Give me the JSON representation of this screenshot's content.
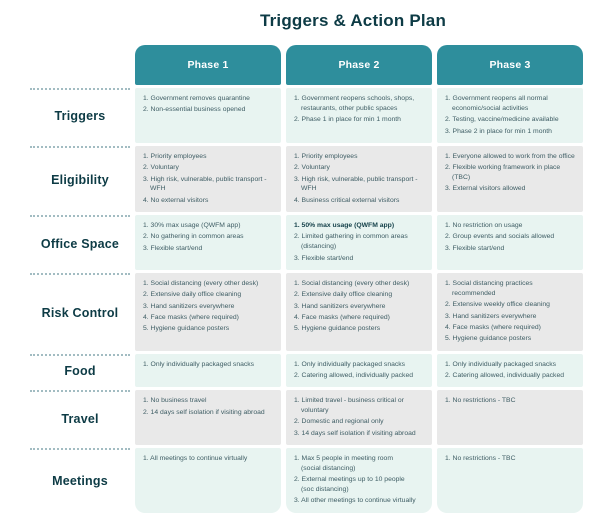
{
  "title": "Triggers & Action Plan",
  "columns": [
    "Phase 1",
    "Phase 2",
    "Phase 3"
  ],
  "colors": {
    "header_bg": "#2e8e9c",
    "header_text": "#ffffff",
    "title_text": "#0d3b45",
    "row_label_text": "#0d3b45",
    "cell_text": "#3e5d64",
    "mint_row_bg": "#e8f4f1",
    "gray_row_bg": "#e9e9e9",
    "dotted_divider": "#a2bcc2"
  },
  "rows": [
    {
      "label": "Triggers",
      "tint": "mint",
      "cells": [
        [
          "1. Government removes quarantine",
          "2. Non-essential business opened"
        ],
        [
          "1. Government reopens schools, shops,\nrestaurants, other public spaces",
          "2. Phase 1 in place for min 1 month"
        ],
        [
          "1. Government reopens all normal\neconomic/social activities",
          "2. Testing, vaccine/medicine available",
          "3. Phase 2 in place for min 1 month"
        ]
      ]
    },
    {
      "label": "Eligibility",
      "tint": "gray",
      "cells": [
        [
          "1. Priority employees",
          "2. Voluntary",
          "3. High risk, vulnerable, public transport - WFH",
          "4. No external visitors"
        ],
        [
          "1. Priority employees",
          "2. Voluntary",
          "3. High risk, vulnerable, public transport - WFH",
          "4. Business critical external visitors"
        ],
        [
          "1. Everyone allowed to work from the office",
          "2. Flexible working framework in place (TBC)",
          "3. External visitors allowed"
        ]
      ]
    },
    {
      "label": "Office Space",
      "tint": "mint",
      "cells": [
        [
          "1. 30% max usage (QWFM app)",
          "2. No gathering in common areas",
          "3. Flexible start/end"
        ],
        [
          {
            "text": "1. 50% max usage (QWFM app)",
            "bold": true
          },
          "2. Limited gathering in common areas (distancing)",
          "3. Flexible start/end"
        ],
        [
          "1. No restriction on usage",
          "2. Group events and socials allowed",
          "3. Flexible start/end"
        ]
      ]
    },
    {
      "label": "Risk Control",
      "tint": "gray",
      "cells": [
        [
          "1. Social distancing (every other desk)",
          "2. Extensive daily office cleaning",
          "3. Hand sanitizers everywhere",
          "4. Face masks (where required)",
          "5. Hygiene guidance posters"
        ],
        [
          "1. Social distancing (every other desk)",
          "2. Extensive daily office cleaning",
          "3. Hand sanitizers everywhere",
          "4. Face masks (where required)",
          "5. Hygiene guidance posters"
        ],
        [
          "1. Social distancing practices recommended",
          "2. Extensive weekly office cleaning",
          "3. Hand sanitizers everywhere",
          "4. Face masks (where required)",
          "5. Hygiene guidance posters"
        ]
      ]
    },
    {
      "label": "Food",
      "tint": "mint",
      "cells": [
        [
          "1. Only individually packaged snacks"
        ],
        [
          "1. Only individually packaged snacks",
          "2. Catering allowed, individually packed"
        ],
        [
          "1. Only individually packaged snacks",
          "2. Catering allowed, individually packed"
        ]
      ]
    },
    {
      "label": "Travel",
      "tint": "gray",
      "cells": [
        [
          "1. No business travel",
          "2. 14 days self isolation if visiting abroad"
        ],
        [
          "1. Limited travel - business critical or voluntary",
          "2. Domestic and regional only",
          "3. 14 days self isolation if visiting abroad"
        ],
        [
          "1. No restrictions - TBC"
        ]
      ]
    },
    {
      "label": "Meetings",
      "tint": "mint",
      "cells": [
        [
          "1. All meetings to continue virtually"
        ],
        [
          "1. Max 5 people in meeting room\n(social distancing)",
          "2. External meetings up to 10 people\n(soc distancing)",
          "3. All other meetings to continue virtually"
        ],
        [
          "1. No restrictions - TBC"
        ]
      ]
    }
  ]
}
